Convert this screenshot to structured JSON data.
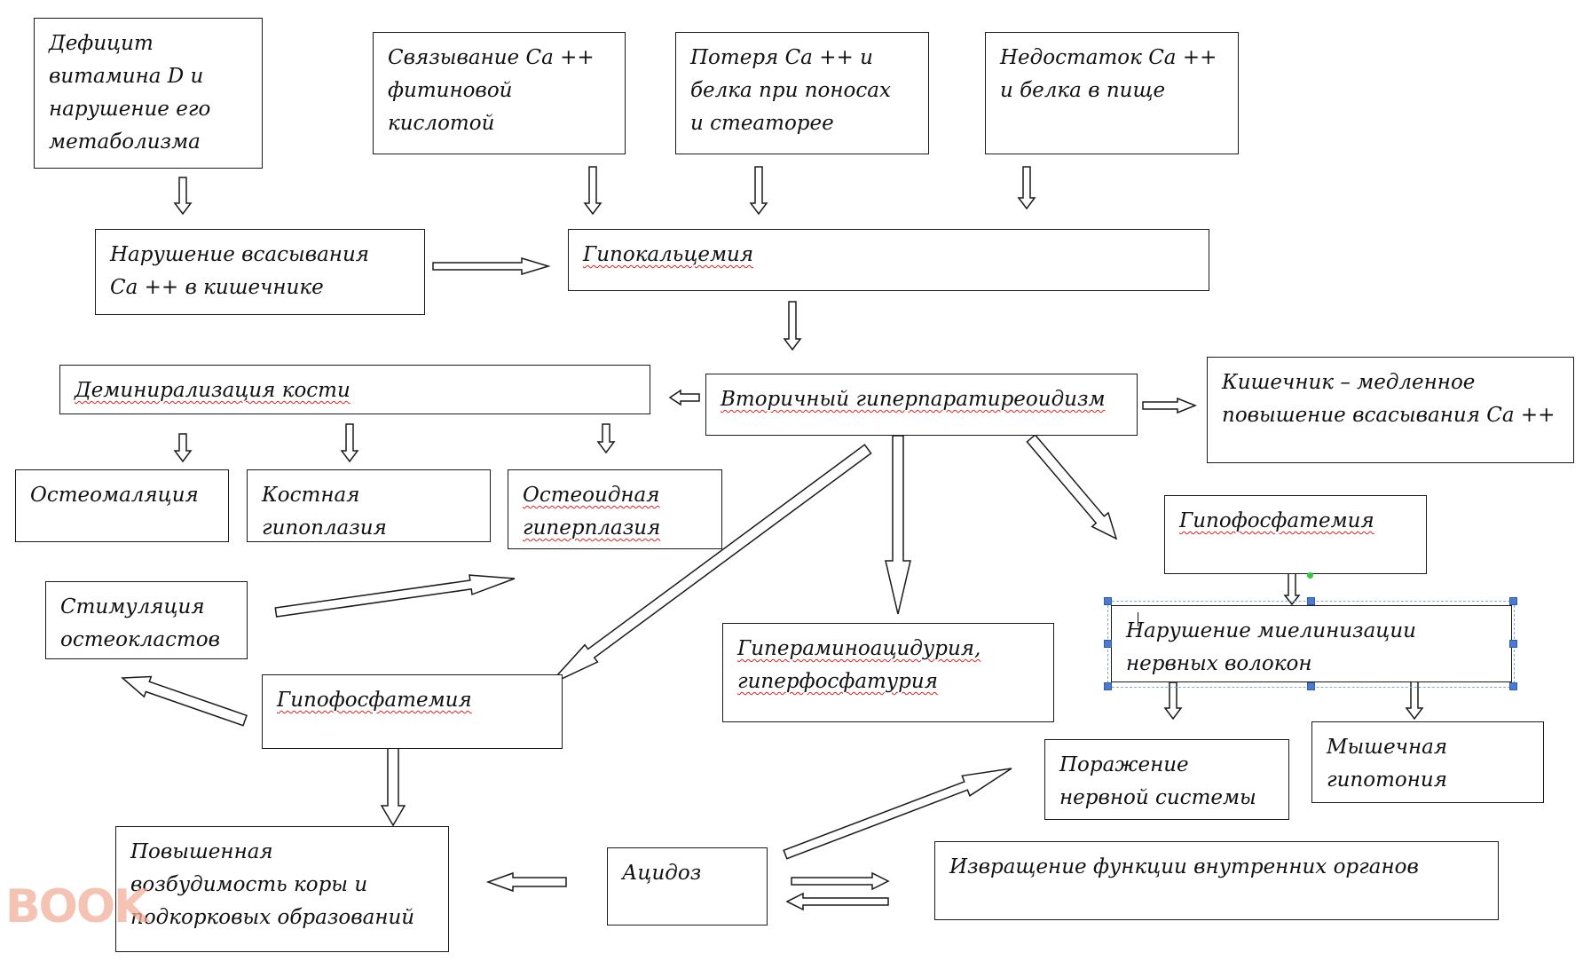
{
  "boxes": {
    "vitd": "Дефицит\nвитамина D и\nнарушение его\nметаболизма",
    "phytic": "Связывание Са ++\nфитиновой\nкислотой",
    "loss": "Потеря  Са ++ и\nбелка при поносах\nи стеаторее",
    "lack": "Недостаток Са ++\nи белка в пище",
    "absorption": "Нарушение всасывания\nСа ++  в кишечнике",
    "hypocalcemia": "Гипокальцемия",
    "demin": "Деминирализация кости",
    "hyperpara": "Вторичный гиперпаратиреоидизм",
    "intestine": "Кишечник – медленное\nповышение всасывания Са ++",
    "osteomalacia": "Остеомаляция",
    "hypoplasia": "Костная\nгипоплазия",
    "osteoid": "Остеоидная\nгиперплазия",
    "hypophos_right": "Гипофосфатемия",
    "stim": "Стимуляция\nостеокластов",
    "myelin": "Нарушение миелинизации\nнервных волокон",
    "aminoacid": "Гипераминоацидурия,\nгиперфосфатурия",
    "hypophos_left": "Гипофосфатемия",
    "nervous": "Поражение\nнервной системы",
    "hypotonia": "Мышечная\nгипотония",
    "excitability": "Повышенная\nвозбудимость коры и\nподкорковых образований",
    "acidosis": "Ацидоз",
    "organs": "Извращение функции внутренних органов"
  },
  "watermark": "BOOK"
}
